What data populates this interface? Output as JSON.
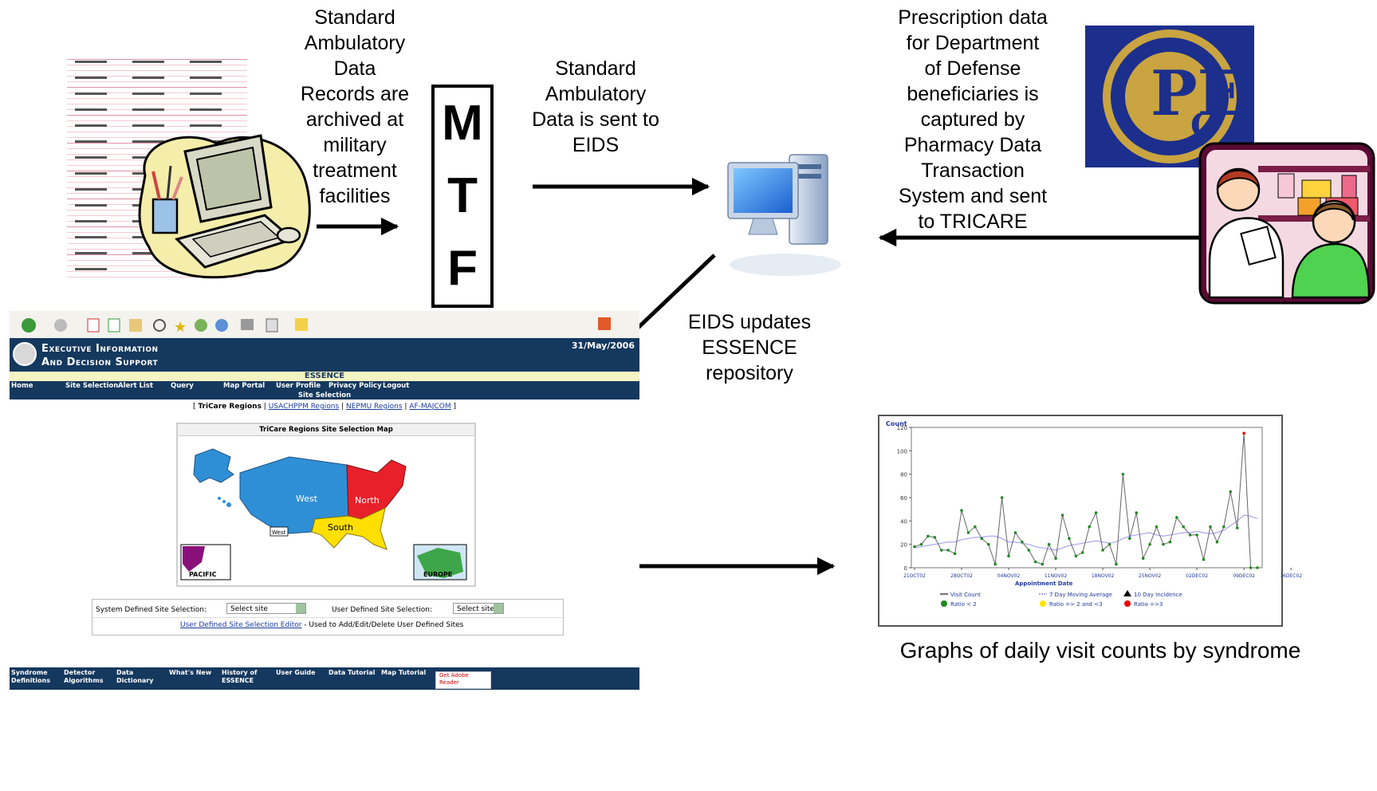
{
  "captions": {
    "archived": [
      "Standard",
      "Ambulatory",
      "Data",
      "Records are",
      "archived at",
      "military",
      "treatment",
      "facilities"
    ],
    "sent_to_eids": [
      "Standard",
      "Ambulatory",
      "Data  is sent to",
      "EIDS"
    ],
    "prescription": [
      "Prescription data",
      "for Department",
      "of Defense",
      "beneficiaries is",
      "captured by",
      "Pharmacy Data",
      "Transaction",
      "System and sent",
      "to TRICARE"
    ],
    "eids_updates": [
      "EIDS updates",
      "ESSENCE",
      "repository"
    ],
    "graphs": "Graphs of daily visit counts by syndrome"
  },
  "mtf_letters": [
    "M",
    "T",
    "F"
  ],
  "icons": {
    "computer": "computer-clipart-icon",
    "server": "server-computer-icon",
    "seal": "pec-seal-icon",
    "pharmacy": "pharmacy-clipart-icon",
    "form": "ambulatory-encounter-form-icon"
  },
  "seal_text": [
    "PE",
    "C"
  ],
  "website": {
    "banner_title_1": "Executive Information",
    "banner_title_2": "And Decision Support",
    "date": "31/May/2006",
    "essence_label": "ESSENCE",
    "nav": [
      "Home",
      "Site Selection",
      "Alert List",
      "Query",
      "Map Portal",
      "User Profile",
      "Privacy Policy",
      "Logout"
    ],
    "sub_bar": "Site Selection",
    "regions_open": "[",
    "regions_current": "TriCare Regions",
    "regions_links": [
      "USACHPPM Regions",
      "NEPMU Regions",
      "AF-MAJCOM"
    ],
    "regions_close": "]",
    "regions_separator": " | ",
    "map_title": "TriCare Regions Site Selection Map",
    "map_labels": {
      "west": "West",
      "north": "North",
      "south": "South",
      "west_small": "West",
      "pacific": "PACIFIC",
      "europe": "EUROPE"
    },
    "system_label": "System Defined Site Selection:",
    "system_select": "Select site",
    "user_label": "User Defined Site Selection:",
    "user_select": "Select site",
    "editor_link": "User Defined Site Selection Editor",
    "editor_text": " - Used to Add/Edit/Delete User Defined Sites",
    "footer": [
      "Syndrome\nDefinitions",
      "Detector\nAlgorithms",
      "Data\nDictionary",
      "What's New",
      "History of\nESSENCE",
      "User Guide",
      "Data Tutorial",
      "Map Tutorial"
    ],
    "adobe": "Get Adobe\nReader",
    "colors": {
      "banner": "#14385e",
      "west": "#2f8fd6",
      "north": "#e8202a",
      "south": "#ffdf00",
      "pacific": "#8a0f7a",
      "europe": "#3ea64a"
    }
  },
  "chart_data": {
    "type": "line",
    "title": "Count",
    "ylabel": "Count",
    "xlabel": "Appointment Date",
    "ylim": [
      0,
      120
    ],
    "yticks": [
      0,
      20,
      40,
      60,
      80,
      100,
      120
    ],
    "xticks": [
      "21OCT02",
      "28OCT02",
      "04NOV02",
      "11NOV02",
      "18NOV02",
      "25NOV02",
      "02DEC02",
      "09DEC02",
      "16DEC02"
    ],
    "series": [
      {
        "name": "Visit Count",
        "values": [
          18,
          20,
          27,
          26,
          15,
          15,
          12,
          49,
          30,
          35,
          25,
          20,
          3,
          60,
          10,
          30,
          22,
          15,
          5,
          3,
          20,
          8,
          45,
          25,
          10,
          13,
          35,
          47,
          15,
          20,
          3,
          80,
          25,
          47,
          8,
          20,
          35,
          20,
          22,
          43,
          35,
          28,
          28,
          7,
          35,
          22,
          35,
          65,
          34,
          115,
          0,
          0
        ]
      },
      {
        "name": "7 Day Moving Average",
        "values": [
          17,
          18,
          19,
          20,
          21,
          22,
          22,
          24,
          25,
          26,
          26,
          27,
          27,
          25,
          22,
          22,
          21,
          20,
          18,
          17,
          16,
          15,
          17,
          19,
          20,
          21,
          22,
          23,
          22,
          21,
          22,
          25,
          27,
          28,
          29,
          30,
          28,
          27,
          28,
          29,
          30,
          30,
          31,
          30,
          29,
          30,
          32,
          36,
          40,
          45,
          44,
          42
        ]
      }
    ],
    "legend": [
      "Visit Count",
      "7 Day Moving Average",
      "10 Day Incidence",
      "Ratio < 2",
      "Ratio => 2 and <3",
      "Ratio =>3"
    ],
    "legend_colors": [
      "#444444",
      "#8a8ae6",
      "#000000",
      "#1f8a1f",
      "#ffe600",
      "#ee0000"
    ]
  }
}
